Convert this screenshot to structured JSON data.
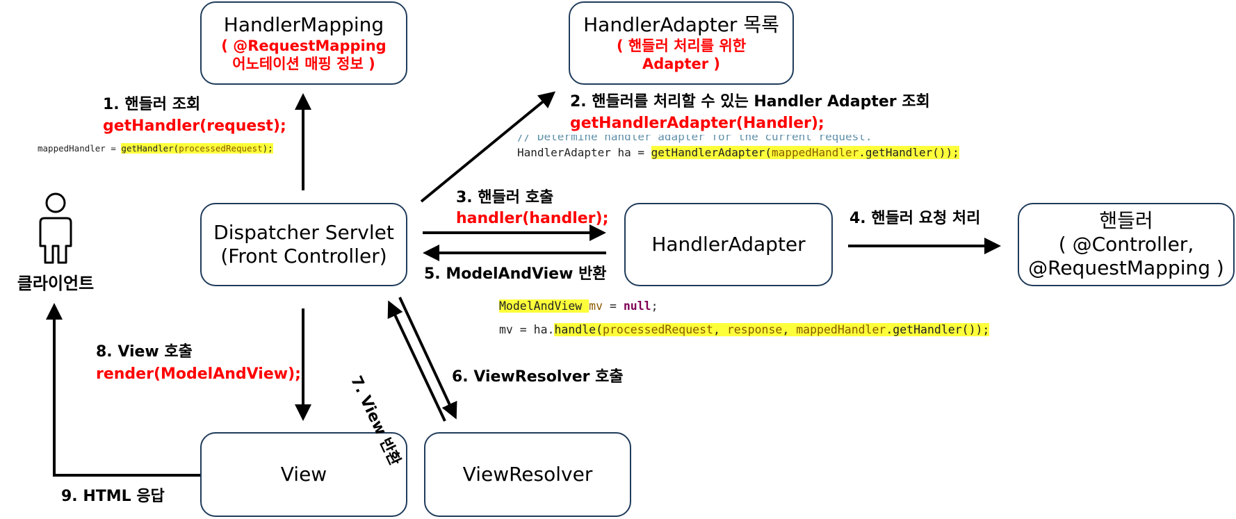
{
  "client": {
    "label": "클라이언트",
    "icon": "person-icon"
  },
  "boxes": {
    "handler_mapping": {
      "title": "HandlerMapping",
      "sub1": "( @RequestMapping",
      "sub2": "어노테이션 매핑 정보 )"
    },
    "handler_adapter_list": {
      "title": "HandlerAdapter 목록",
      "sub1": "( 핸들러 처리를 위한",
      "sub2": "Adapter )"
    },
    "dispatcher": {
      "line1": "Dispatcher Servlet",
      "line2": "(Front Controller)"
    },
    "handler_adapter": {
      "title": "HandlerAdapter"
    },
    "handler": {
      "line1": "핸들러",
      "line2": "( @Controller,",
      "line3": "@RequestMapping )"
    },
    "view": {
      "title": "View"
    },
    "view_resolver": {
      "title": "ViewResolver"
    }
  },
  "steps": {
    "s1": {
      "label": "1. 핸들러 조회",
      "call": "getHandler(request);"
    },
    "s2": {
      "label": "2. 핸들러를 처리할 수 있는 Handler Adapter 조회",
      "call": "getHandlerAdapter(Handler);"
    },
    "s3": {
      "label": "3. 핸들러 호출",
      "call": "handler(handler);"
    },
    "s4": {
      "label": "4. 핸들러 요청 처리"
    },
    "s5": {
      "label": "5. ModelAndView 반환"
    },
    "s6": {
      "label": "6. ViewResolver 호출"
    },
    "s7": {
      "label": "7. View 반환"
    },
    "s8": {
      "label": "8. View 호출",
      "call": "render(ModelAndView);"
    },
    "s9": {
      "label": "9. HTML 응답"
    }
  },
  "code": {
    "c1": {
      "lhs": "mappedHandler = ",
      "fn": "getHandler(",
      "arg": "processedRequest",
      "end": ");"
    },
    "c2": {
      "comment": "// Determine handler adapter for the current request.",
      "lhs": "HandlerAdapter ha = ",
      "fn": "getHandlerAdapter(",
      "arg": "mappedHandler",
      "rest": ".getHandler());"
    },
    "c3": {
      "line1_type": "ModelAndView ",
      "line1_var": "mv",
      "line1_eq": " = ",
      "line1_null": "null",
      "line1_end": ";",
      "line2_lhs": "mv = ha.",
      "line2_fn": "handle(",
      "line2_arg1": "processedRequest",
      "line2_sep1": ", ",
      "line2_arg2": "response",
      "line2_sep2": ", ",
      "line2_arg3": "mappedHandler",
      "line2_end": ".getHandler());"
    }
  },
  "colors": {
    "box_border": "#1f3b5a",
    "call_text": "#ff0000",
    "highlight": "#fdff3a"
  }
}
